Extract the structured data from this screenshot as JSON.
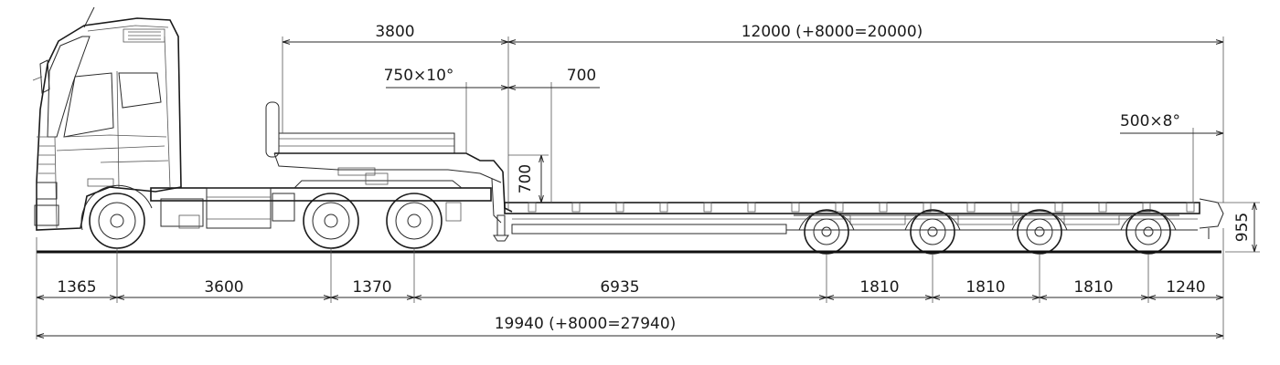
{
  "dimensions": {
    "top": {
      "gooseneck_length": "3800",
      "deck_length": "12000 (+8000=20000)",
      "gooseneck_slope": "750×10°",
      "drop": "700",
      "rear_slope": "500×8°"
    },
    "vertical": {
      "step_height": "700",
      "deck_height": "955"
    },
    "bottom": {
      "segments": [
        "1365",
        "3600",
        "1370",
        "6935",
        "1810",
        "1810",
        "1810",
        "1240"
      ],
      "overall": "19940 (+8000=27940)"
    }
  }
}
